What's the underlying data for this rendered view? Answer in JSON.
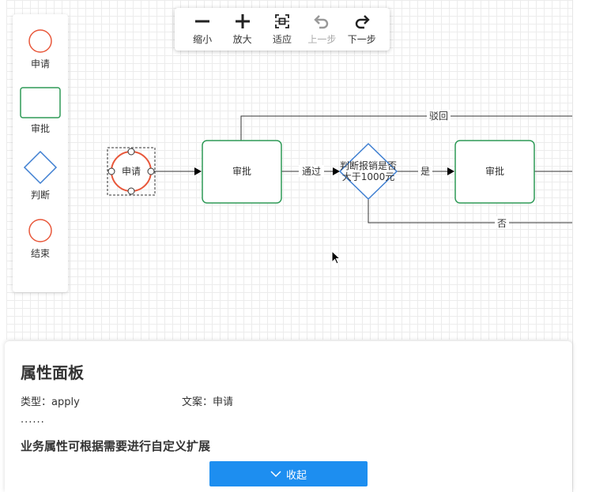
{
  "toolbar": {
    "items": [
      {
        "label": "缩小",
        "icon": "minus-icon"
      },
      {
        "label": "放大",
        "icon": "plus-icon"
      },
      {
        "label": "适应",
        "icon": "fit-icon"
      },
      {
        "label": "上一步",
        "icon": "undo-icon",
        "disabled": true
      },
      {
        "label": "下一步",
        "icon": "redo-icon"
      }
    ]
  },
  "palette": {
    "items": [
      {
        "label": "申请",
        "shape": "circle",
        "color": "#e8573a"
      },
      {
        "label": "审批",
        "shape": "rect",
        "color": "#2e9a57"
      },
      {
        "label": "判断",
        "shape": "diamond",
        "color": "#3d7ed1"
      },
      {
        "label": "结束",
        "shape": "circle",
        "color": "#e8573a"
      }
    ]
  },
  "flow": {
    "nodes": {
      "apply": "申请",
      "approve1": "审批",
      "decision_line1": "判断报销是否",
      "decision_line2": "大于1000元",
      "approve2": "审批"
    },
    "edges": {
      "pass": "通过",
      "yes": "是",
      "no": "否",
      "reject": "驳回"
    }
  },
  "panel": {
    "title": "属性面板",
    "type_label": "类型：apply",
    "text_label": "文案：申请",
    "ellipsis": "......",
    "extension_note": "业务属性可根据需要进行自定义扩展",
    "collapse_label": "收起"
  },
  "colors": {
    "start": "#e8573a",
    "task": "#2e9a57",
    "gateway": "#3d7ed1",
    "primary_button": "#1d8ef0"
  }
}
